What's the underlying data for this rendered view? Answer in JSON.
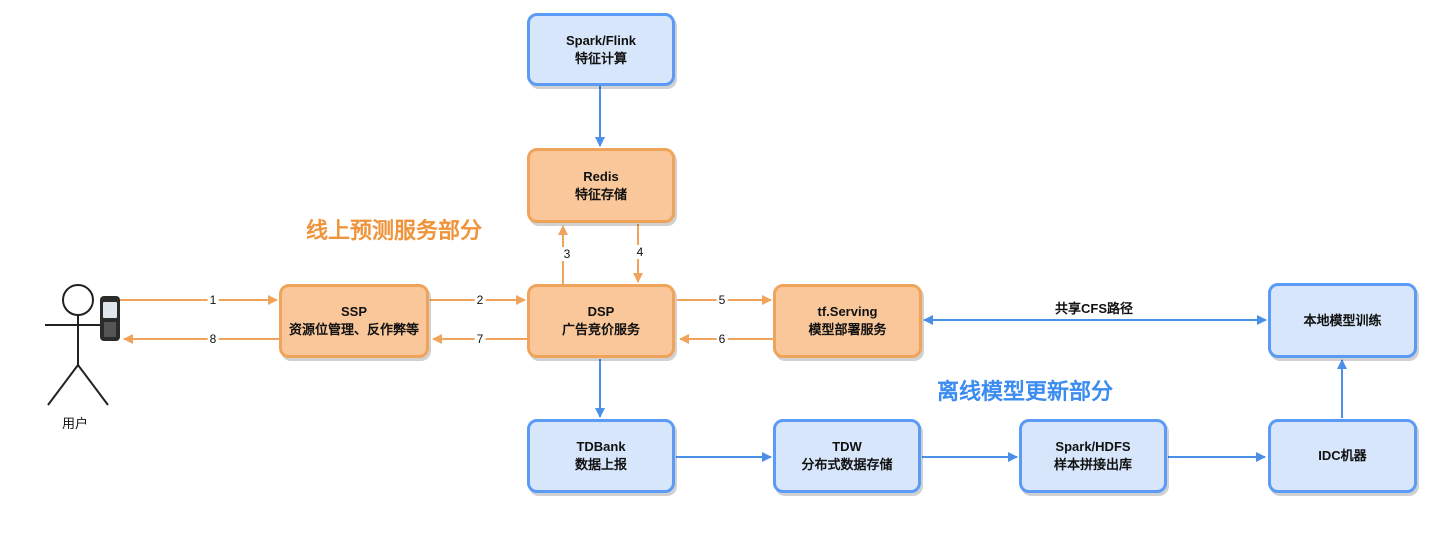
{
  "colors": {
    "blue_fill": "#d7e6fb",
    "blue_stroke": "#5b9bf5",
    "orange_fill": "#f9c79a",
    "orange_stroke": "#f0a35a",
    "orange_text": "#f0943c",
    "blue_text": "#3b8cf0",
    "orange_arrow": "#f0a35a",
    "blue_arrow": "#4a90e8"
  },
  "sections": {
    "online": "线上预测服务部分",
    "offline": "离线模型更新部分"
  },
  "user": {
    "label": "用户"
  },
  "nodes": {
    "spark_flink": {
      "title": "Spark/Flink",
      "subtitle": "特征计算"
    },
    "redis": {
      "title": "Redis",
      "subtitle": "特征存储"
    },
    "ssp": {
      "title": "SSP",
      "subtitle": "资源位管理、反作弊等"
    },
    "dsp": {
      "title": "DSP",
      "subtitle": "广告竞价服务"
    },
    "tf_serving": {
      "title": "tf.Serving",
      "subtitle": "模型部署服务"
    },
    "local_train": {
      "title": "",
      "subtitle": "本地模型训练"
    },
    "tdbank": {
      "title": "TDBank",
      "subtitle": "数据上报"
    },
    "tdw": {
      "title": "TDW",
      "subtitle": "分布式数据存储"
    },
    "spark_hdfs": {
      "title": "Spark/HDFS",
      "subtitle": "样本拼接出库"
    },
    "idc": {
      "title": "IDC机器",
      "subtitle": ""
    }
  },
  "edges": {
    "e1": "1",
    "e2": "2",
    "e3": "3",
    "e4": "4",
    "e5": "5",
    "e6": "6",
    "e7": "7",
    "e8": "8",
    "shared": "共享CFS路径"
  }
}
